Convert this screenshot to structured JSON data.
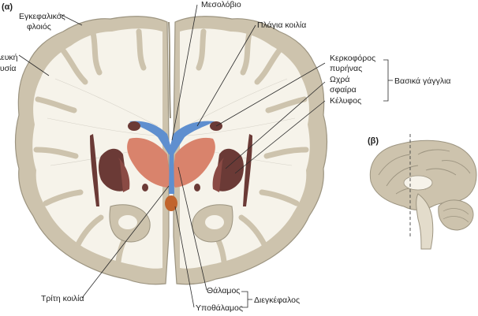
{
  "panel_a": {
    "tag": "(α)",
    "labels": {
      "cortex_line1": "Εγκεφαλικός",
      "cortex_line2": "φλοιός",
      "white_line1": "Λευκή",
      "white_line2": "ουσία",
      "septum": "Μεσολόβιο",
      "lateral_ventricle": "Πλάγια κοιλία",
      "caudate_line1": "Κερκοφόρος",
      "caudate_line2": "πυρήνας",
      "globus_line1": "Ωχρά",
      "globus_line2": "σφαίρα",
      "putamen": "Κέλυφος",
      "basal_ganglia": "Βασικά γάγγλια",
      "third_ventricle": "Τρίτη κοιλία",
      "thalamus": "Θάλαμος",
      "hypothalamus": "Υποθάλαμος",
      "diencephalon": "Διεγκέφαλος"
    }
  },
  "panel_b": {
    "tag": "(β)"
  },
  "colors": {
    "cortex": "#cdc3ad",
    "cortex_edge": "#9c9480",
    "white_matter": "#f6f3ea",
    "ventricle": "#5f8fcf",
    "thalamus": "#d9836c",
    "nuclei": "#6b3a36",
    "hypothalamus": "#c1642c"
  }
}
